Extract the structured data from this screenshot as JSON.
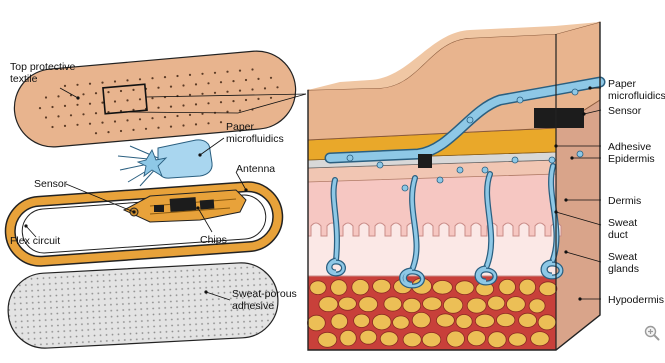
{
  "labels": {
    "top_protective_textile": [
      "Top protective",
      "textile"
    ],
    "paper_microfluidics_left": [
      "Paper",
      "microfluidics"
    ],
    "antenna": "Antenna",
    "sensor_left": "Sensor",
    "chips": "Chips",
    "flex_circuit": "Flex circuit",
    "sweat_porous_adhesive": [
      "Sweat-porous",
      "adhesive"
    ],
    "paper_microfluidics_right": [
      "Paper",
      "microfluidics"
    ],
    "sensor_right": "Sensor",
    "adhesive": "Adhesive",
    "epidermis": "Epidermis",
    "dermis": "Dermis",
    "sweat_duct": [
      "Sweat",
      "duct"
    ],
    "sweat_glands": [
      "Sweat",
      "glands"
    ],
    "hypodermis": "Hypodermis"
  },
  "icons": {
    "zoom": "zoom-in-icon"
  },
  "colors": {
    "bandage": "#e8b48e",
    "skin_surface": "#f1c6b3",
    "adhesive_yellow": "#e9a82a",
    "microfluidic_blue": "#8ec8e6",
    "dermis_pink": "#f6c7c2",
    "hypodermis_red": "#c8403a",
    "fat_yellow": "#ecbf56",
    "circuit_orange": "#e8a23a"
  }
}
